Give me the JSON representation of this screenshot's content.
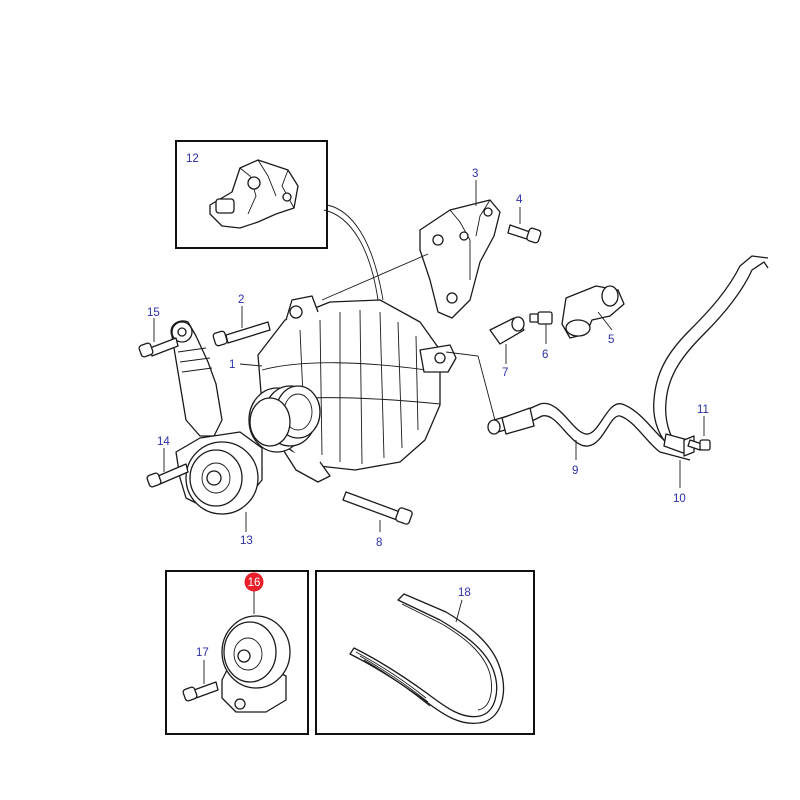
{
  "callouts": [
    {
      "id": "1",
      "text": "1"
    },
    {
      "id": "2",
      "text": "2"
    },
    {
      "id": "3",
      "text": "3"
    },
    {
      "id": "4",
      "text": "4"
    },
    {
      "id": "5",
      "text": "5"
    },
    {
      "id": "6",
      "text": "6"
    },
    {
      "id": "7",
      "text": "7"
    },
    {
      "id": "8",
      "text": "8"
    },
    {
      "id": "9",
      "text": "9"
    },
    {
      "id": "10",
      "text": "10"
    },
    {
      "id": "11",
      "text": "11"
    },
    {
      "id": "12",
      "text": "12"
    },
    {
      "id": "13",
      "text": "13"
    },
    {
      "id": "14",
      "text": "14"
    },
    {
      "id": "15",
      "text": "15"
    },
    {
      "id": "16",
      "text": "16",
      "highlighted": true
    },
    {
      "id": "17",
      "text": "17"
    },
    {
      "id": "18",
      "text": "18"
    }
  ],
  "colors": {
    "callout_text": "#2b2fa8",
    "highlight": "#e8202a",
    "line": "#1a1a1a"
  }
}
